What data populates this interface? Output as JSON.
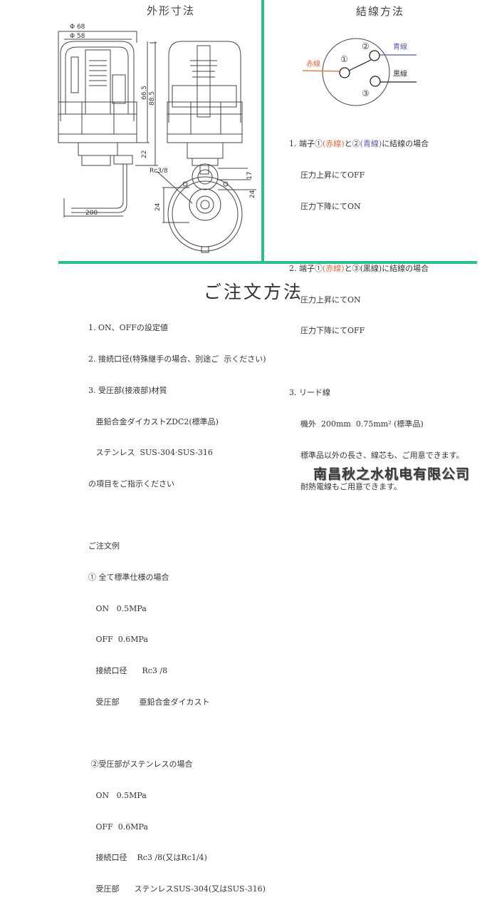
{
  "outline": {
    "title": "外形寸法",
    "dims": {
      "phi68": "Φ 68",
      "phi58": "Φ 58",
      "h665": "66.5",
      "h885": "88.5",
      "h22": "22",
      "lead": "200",
      "port": "Rc3/8",
      "d17": "17",
      "d24a": "24",
      "d24b": "24"
    }
  },
  "wiring": {
    "title": "結線方法",
    "red_wire": "赤線",
    "blue_wire": "青線",
    "black_wire": "黒線",
    "t1": "①",
    "t2": "②",
    "t3": "③",
    "notes": [
      {
        "pre": "1. 端子①",
        "c1": "(赤線)",
        "mid": "と②",
        "c2": "(青線)",
        "post": "に結線の場合"
      },
      {
        "line": "圧力上昇にてOFF"
      },
      {
        "line": "圧力下降にてON"
      },
      {
        "pre": "2. 端子①",
        "c1": "(赤線)",
        "mid": "と③",
        "c2": "(黒線)",
        "post": "に結線の場合"
      },
      {
        "line": "圧力上昇にてON"
      },
      {
        "line": "圧力下降にてOFF"
      },
      {
        "line": "3. リード線"
      },
      {
        "line": "機外  200mm  0.75mm² (標準品)"
      },
      {
        "line": "標準品以外の長さ、線芯も、ご用意できます。"
      },
      {
        "line": "耐熱電線もご用意できます。"
      }
    ],
    "colors": {
      "red": "#d9683f",
      "blue": "#5a5aa8",
      "black": "#222222"
    }
  },
  "order": {
    "title": "ご注文方法",
    "items": [
      "1. ON、OFFの設定値",
      "2. 接続口径(特殊継手の場合、別途ご  示ください)",
      "3. 受圧部(接液部)材質",
      "   亜鉛合金ダイカストZDC2(標準品)",
      "   ステンレス  SUS-304·SUS-316",
      "の項目をご指示ください"
    ],
    "example_title": "ご注文例",
    "example1": [
      "① 全て標準仕様の場合",
      "   ON   0.5MPa",
      "   OFF  0.6MPa",
      "   接続口径      Rc3 /8",
      "   受圧部        亜鉛合金ダイカスト"
    ],
    "example2": [
      " ②受圧部がステンレスの場合",
      "   ON   0.5MPa",
      "   OFF  0.6MPa",
      "   接続口径    Rc3 /8(又はRc1/4)",
      "   受圧部      ステンレスSUS-304(又はSUS-316)"
    ]
  },
  "watermark": "南昌秋之水机电有限公司",
  "colors": {
    "divider": "#2dbd8c"
  }
}
